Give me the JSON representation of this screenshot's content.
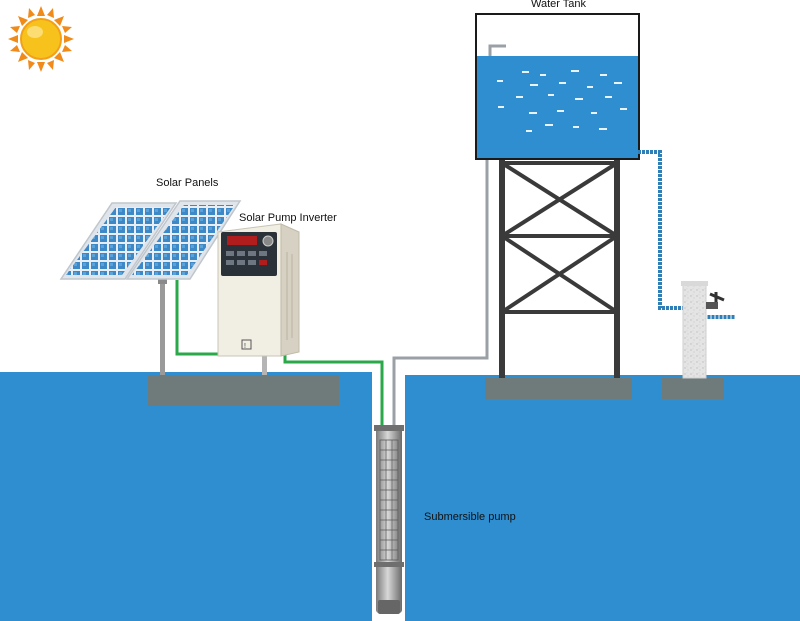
{
  "labels": {
    "water_tank": "Water Tank",
    "solar_panels": "Solar Panels",
    "solar_pump_inverter": "Solar Pump Inverter",
    "submersible_pump": "Submersible pump"
  },
  "colors": {
    "ground_water": "#2e8ecf",
    "tank_water": "#2e8ecf",
    "concrete": "#6f7a7a",
    "cable": "#2aa84a",
    "pipe": "#9aa0a5",
    "outlet_pipe": "#2e7fb8",
    "sun": "#f7c21c",
    "sun_rays": "#f08a18",
    "panel_cell": "#3d88c6",
    "inverter_body": "#ece8dc"
  },
  "icons": [
    "sun-icon",
    "solar-panel-icon",
    "inverter-icon",
    "pump-icon",
    "faucet-icon"
  ]
}
